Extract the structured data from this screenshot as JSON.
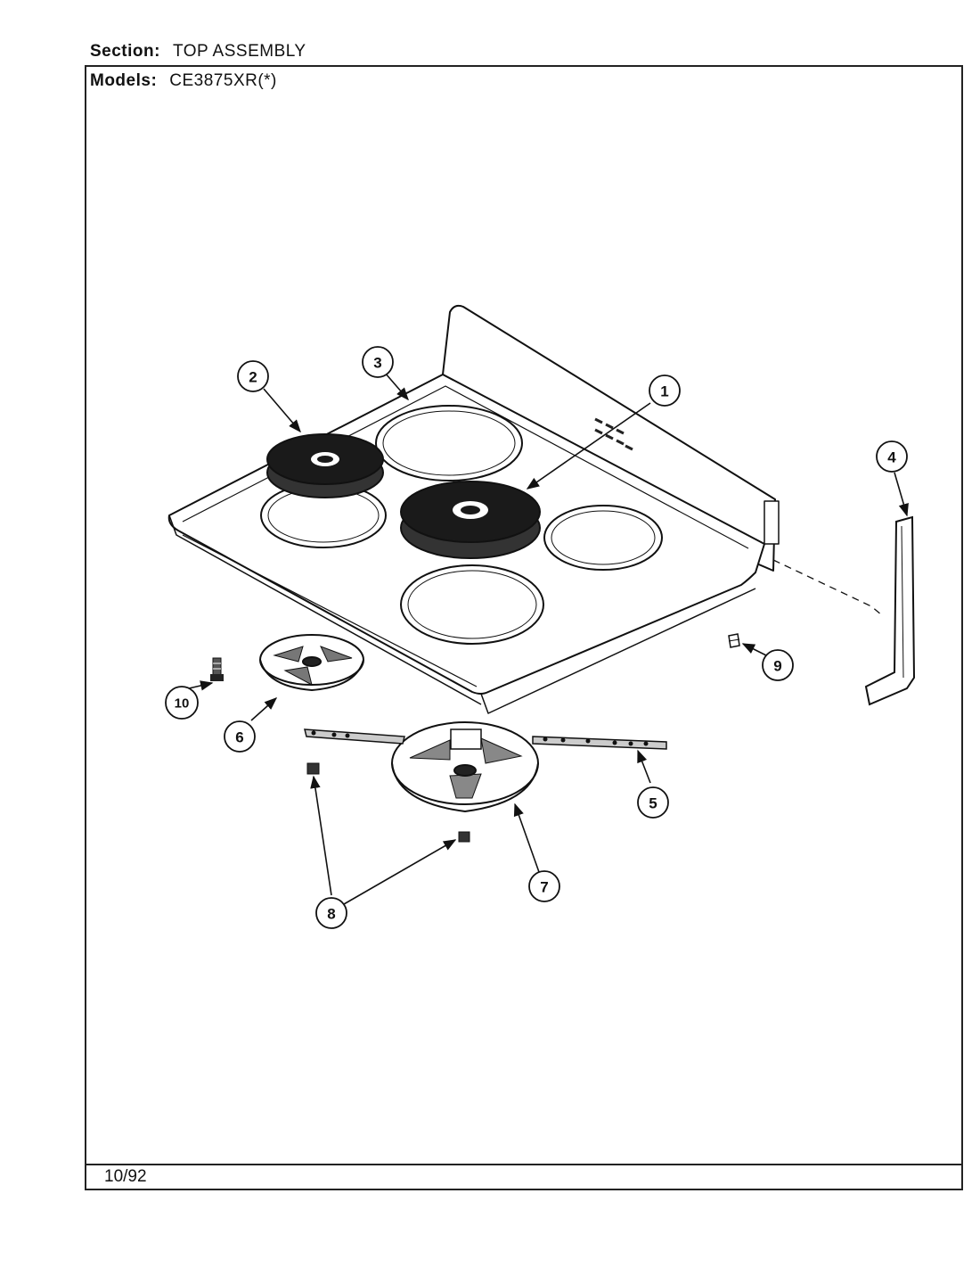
{
  "header": {
    "section_label": "Section:",
    "section_value": "TOP ASSEMBLY",
    "models_label": "Models:",
    "models_value": "CE3875XR(*)"
  },
  "footer": {
    "date": "10/92"
  },
  "callouts": [
    "1",
    "2",
    "3",
    "4",
    "5",
    "6",
    "7",
    "8",
    "9",
    "10"
  ]
}
